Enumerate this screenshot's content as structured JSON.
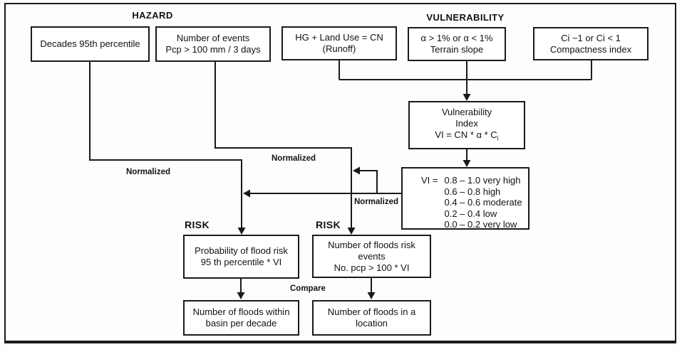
{
  "diagram": {
    "headers": {
      "hazard": "HAZARD",
      "vulnerability": "VULNERABILITY",
      "risk_left": "RISK",
      "risk_right": "RISK"
    },
    "boxes": {
      "decades": {
        "line1": "Decades 95th percentile"
      },
      "events": {
        "line1": "Number of events",
        "line2": "Pcp > 100 mm / 3 days"
      },
      "runoff": {
        "line1": "HG + Land Use = CN",
        "line2": "(Runoff)"
      },
      "slope": {
        "line1": "α > 1% or α < 1%",
        "line2": "Terrain slope"
      },
      "compactness": {
        "line1": "Ci ~1 or Ci < 1",
        "line2": "Compactness index"
      },
      "vi_index": {
        "line1": "Vulnerability",
        "line2": "Index",
        "formula_base": "VI = CN * α * C",
        "formula_sub": "i"
      },
      "vi_scale": {
        "prefix": "VI =",
        "entry1": "0.8 – 1.0 very high",
        "entry2": "0.6 – 0.8 high",
        "entry3": "0.4 – 0.6 moderate",
        "entry4": "0.2 – 0.4 low",
        "entry5": "0.0 – 0.2 very low"
      },
      "prob_risk": {
        "line1": "Probability of flood risk",
        "line2": "95 th percentile * VI"
      },
      "events_risk": {
        "line1": "Number of floods risk",
        "line2": "events",
        "line3": "No. pcp > 100 * VI"
      },
      "floods_basin": {
        "line1": "Number of floods within",
        "line2": "basin per decade"
      },
      "floods_location": {
        "line1": "Number of floods in a",
        "line2": "location"
      }
    },
    "labels": {
      "normalized_left": "Normalized",
      "normalized_mid": "Normalized",
      "normalized_right": "Normalized",
      "compare": "Compare"
    },
    "colors": {
      "line": "#1a1a1a",
      "background": "#ffffff"
    }
  }
}
